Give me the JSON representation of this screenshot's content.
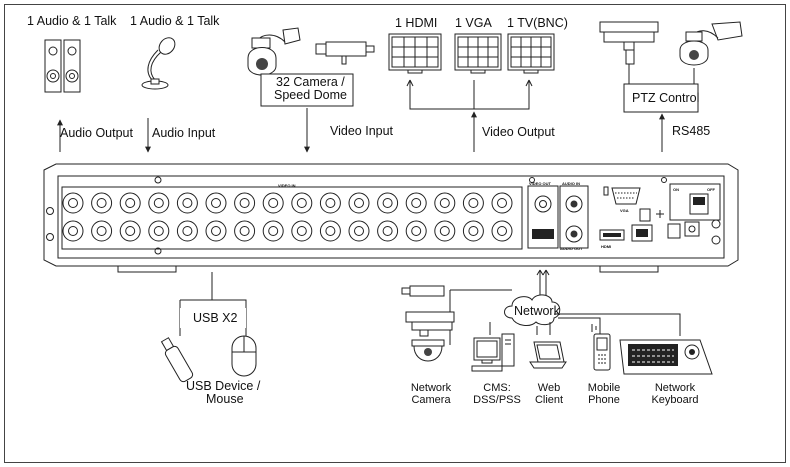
{
  "top_labels": {
    "audio_talk_left": "1 Audio  & 1 Talk",
    "audio_talk_right": "1 Audio & 1 Talk",
    "camera_line1": "32 Camera /",
    "camera_line2": "Speed Dome",
    "hdmi": "1  HDMI",
    "vga": "1 VGA",
    "tv": "1 TV(BNC)",
    "ptz": "PTZ Control"
  },
  "arrows": {
    "audio_output": "Audio  Output",
    "audio_input": "Audio  Input",
    "video_input": "Video Input",
    "video_output": "Video Output",
    "rs485": "RS485"
  },
  "panel": {
    "video_in": "VIDEO IN",
    "video_out": "VIDEO OUT",
    "audio_in": "AUDIO IN",
    "audio_out": "AUDIO OUT",
    "vga": "VGA",
    "hdmi": "HDMI",
    "on": "ON",
    "off": "OFF"
  },
  "bottom": {
    "usb": "USB X2",
    "usb_device_line1": "USB Device /",
    "usb_device_line2": "Mouse",
    "network": "Network",
    "devices": [
      {
        "line1": "Network",
        "line2": "Camera"
      },
      {
        "line1": "CMS:",
        "line2": "DSS/PSS"
      },
      {
        "line1": "Web",
        "line2": "Client"
      },
      {
        "line1": "Mobile",
        "line2": "Phone"
      },
      {
        "line1": "Network",
        "line2": "Keyboard"
      }
    ]
  }
}
